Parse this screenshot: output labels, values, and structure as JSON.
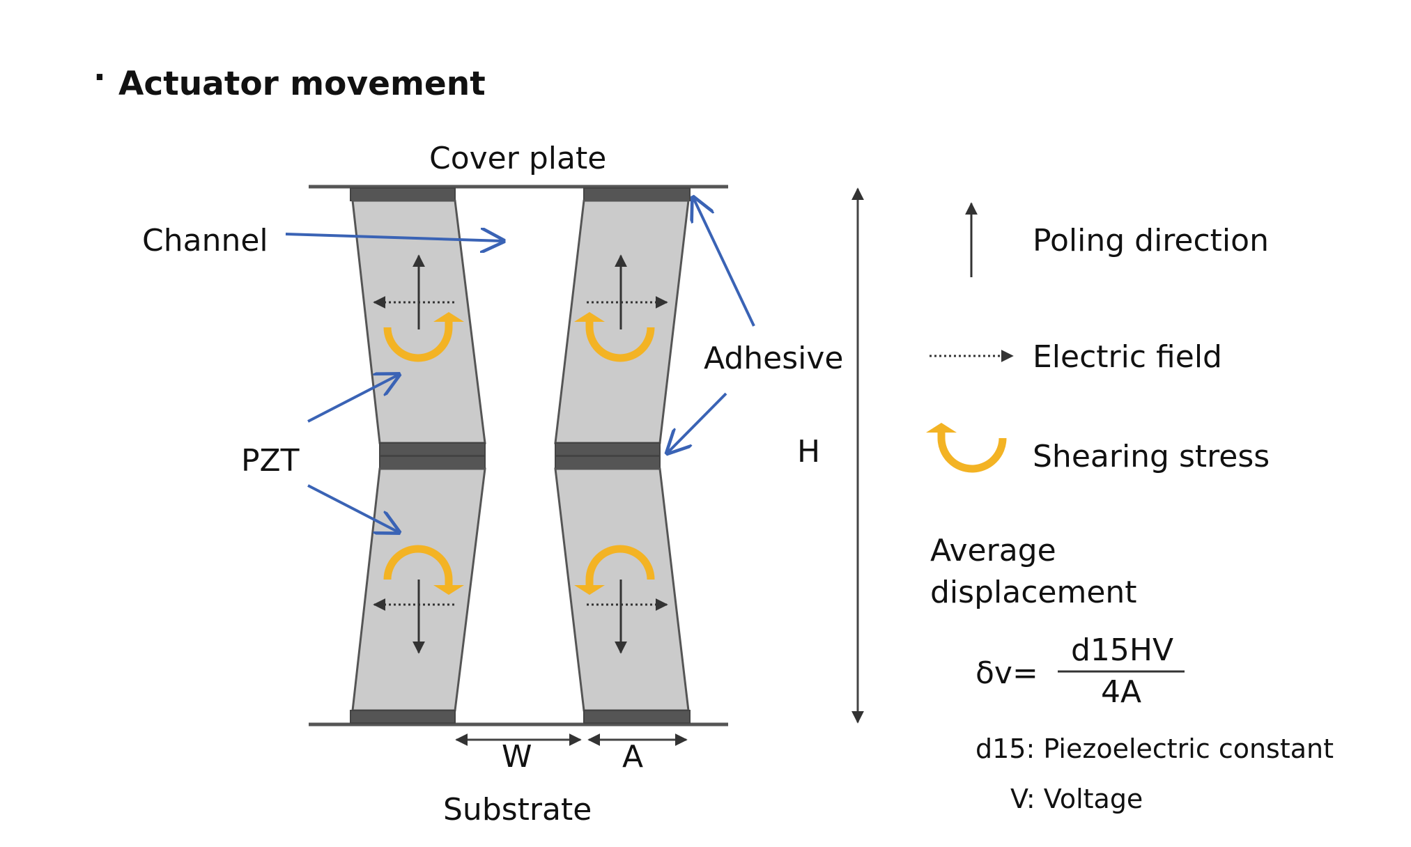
{
  "title": "Actuator movement",
  "bullet": "·",
  "labels": {
    "cover_plate": "Cover plate",
    "channel": "Channel",
    "pzt": "PZT",
    "adhesive": "Adhesive",
    "substrate": "Substrate",
    "w": "W",
    "a": "A",
    "h": "H"
  },
  "legend": {
    "poling": "Poling direction",
    "electric": "Electric field",
    "shearing": "Shearing stress"
  },
  "formula": {
    "heading_line1": "Average",
    "heading_line2": "displacement",
    "lhs": "δv=",
    "numerator": "d15HV",
    "denominator": "4A",
    "def_d15": "d15: Piezoelectric constant",
    "def_v": "V: Voltage"
  },
  "colors": {
    "pzt_fill": "#cbcbcb",
    "adhesive": "#555555",
    "pointer": "#3a63b5",
    "stress": "#f3b324"
  },
  "icons": {
    "poling": "up-arrow-icon",
    "electric": "dotted-right-arrow-icon",
    "shearing": "curved-arrow-icon"
  }
}
